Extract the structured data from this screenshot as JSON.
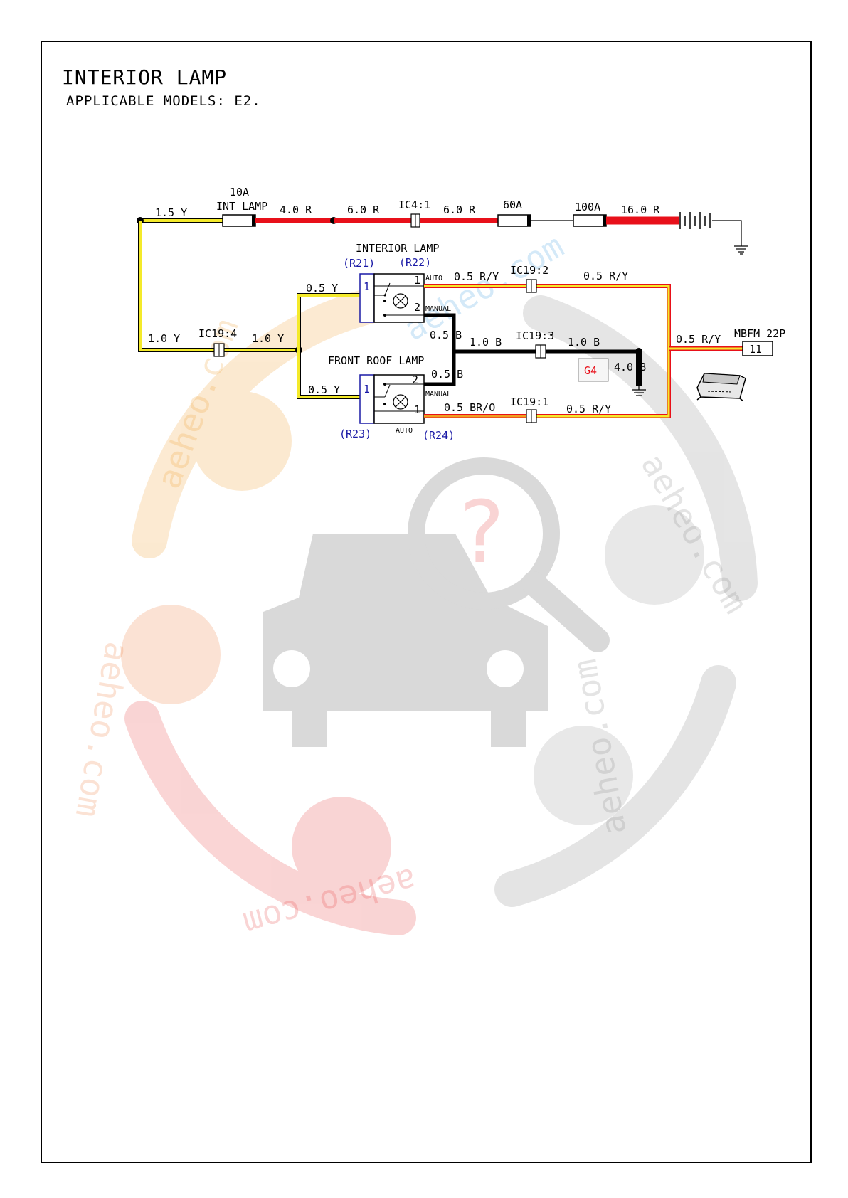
{
  "title": "INTERIOR LAMP",
  "subtitle": "APPLICABLE MODELS: E2.",
  "watermark_text": "aeheo.com",
  "colors": {
    "wire_yellow": "#f4ea2a",
    "wire_red": "#e8101a",
    "wire_orange": "#f0a020",
    "wire_black": "#000000",
    "connector_blue": "#1a1aa6",
    "ground_label": "#e8101a"
  },
  "power_line": {
    "fuse_10a": "10A",
    "fuse_10a_name": "INT LAMP",
    "wire_in": "1.5 Y",
    "wire_4r": "4.0 R",
    "wire_6r_a": "6.0 R",
    "connector_ic4": "IC4:1",
    "wire_6r_b": "6.0 R",
    "fuse_60a": "60A",
    "fuse_100a": "100A",
    "wire_16r": "16.0 R"
  },
  "left_feed": {
    "wire_1y_a": "1.0 Y",
    "connector_ic19_4": "IC19:4",
    "wire_1y_b": "1.0 Y",
    "wire_05y_top": "0.5 Y",
    "wire_05y_bottom": "0.5 Y"
  },
  "interior_lamp": {
    "name": "INTERIOR LAMP",
    "conn_left": "(R21)",
    "conn_right": "(R22)",
    "pin_left": "1",
    "pin_top": "1",
    "pin_bottom": "2",
    "auto": "AUTO",
    "manual": "MANUAL"
  },
  "front_roof_lamp": {
    "name": "FRONT ROOF LAMP",
    "conn_left": "(R23)",
    "conn_right": "(R24)",
    "pin_left": "1",
    "pin_top": "2",
    "pin_bottom": "1",
    "auto": "AUTO",
    "manual": "MANUAL"
  },
  "right_wiring": {
    "wire_ry_top_a": "0.5 R/Y",
    "connector_ic19_2": "IC19:2",
    "wire_ry_top_b": "0.5 R/Y",
    "wire_ry_right": "0.5 R/Y",
    "wire_05b_top": "0.5 B",
    "wire_1b_a": "1.0 B",
    "connector_ic19_3": "IC19:3",
    "wire_1b_b": "1.0 B",
    "wire_05b_bottom": "0.5 B",
    "ground": "G4",
    "wire_4b": "4.0 B",
    "wire_br_o": "0.5 BR/O",
    "connector_ic19_1": "IC19:1",
    "wire_ry_bottom": "0.5 R/Y",
    "module": "MBFM 22P",
    "module_pin": "11"
  }
}
